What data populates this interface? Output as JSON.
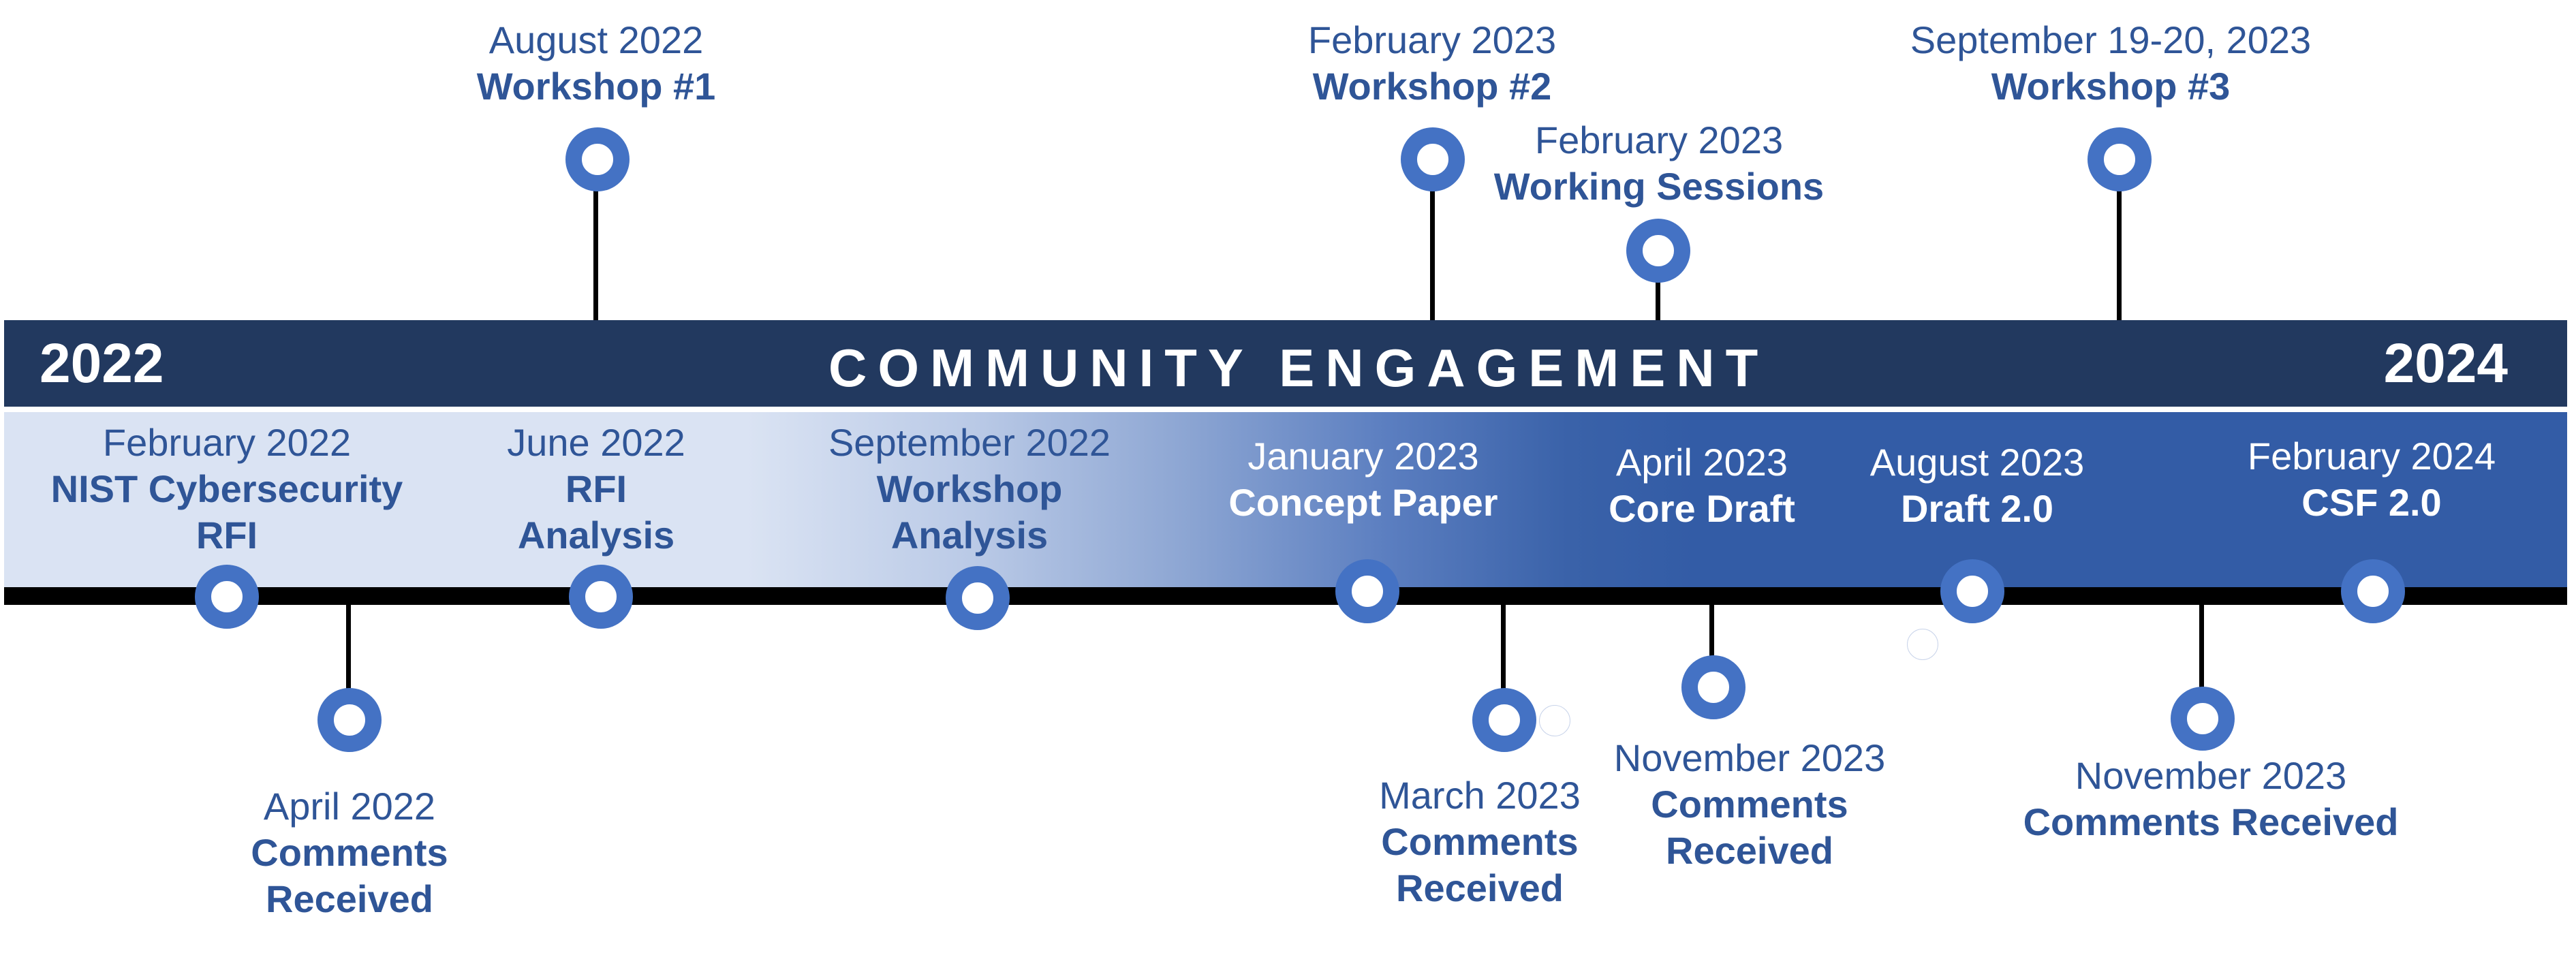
{
  "header": {
    "start_year": "2022",
    "title": "COMMUNITY ENGAGEMENT",
    "end_year": "2024"
  },
  "colors": {
    "dark_band": "#22395F",
    "light_band_start": "#DAE3F3",
    "light_band_end": "#335CA6",
    "node_ring": "#4472C4",
    "label_text": "#2F5597",
    "axis_line": "#000000"
  },
  "milestones_above": [
    {
      "date": "August 2022",
      "event": "Workshop #1"
    },
    {
      "date": "February 2023",
      "event": "Workshop #2"
    },
    {
      "date": "February 2023",
      "event": "Working Sessions"
    },
    {
      "date": "September 19-20, 2023",
      "event": "Workshop #3"
    }
  ],
  "milestones_band": [
    {
      "date": "February 2022",
      "event_line1": "NIST Cybersecurity",
      "event_line2": "RFI"
    },
    {
      "date": "June 2022",
      "event_line1": "RFI",
      "event_line2": "Analysis"
    },
    {
      "date": "September 2022",
      "event_line1": "Workshop",
      "event_line2": "Analysis"
    },
    {
      "date": "January 2023",
      "event_line1": "Concept Paper"
    },
    {
      "date": "April 2023",
      "event_line1": "Core Draft"
    },
    {
      "date": "August 2023",
      "event_line1": "Draft 2.0"
    },
    {
      "date": "February 2024",
      "event_line1": "CSF 2.0"
    }
  ],
  "milestones_below": [
    {
      "date": "April 2022",
      "event_line1": "Comments",
      "event_line2": "Received"
    },
    {
      "date": "March 2023",
      "event_line1": "Comments",
      "event_line2": "Received"
    },
    {
      "date": "November 2023",
      "event_line1": "Comments",
      "event_line2": "Received"
    },
    {
      "date": "November 2023",
      "event_line1": "Comments Received"
    }
  ]
}
